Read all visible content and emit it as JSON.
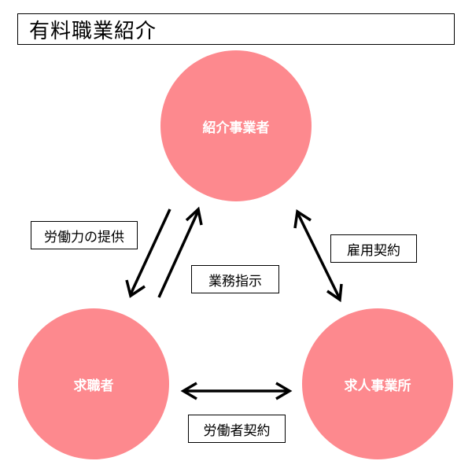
{
  "title": "有料職業紹介",
  "nodes": {
    "agency": "紹介事業者",
    "seeker": "求職者",
    "employer": "求人事業所"
  },
  "labels": {
    "labor": "労働力の提供",
    "instruction": "業務指示",
    "hire": "雇用契約",
    "employment": "労働者契約"
  },
  "colors": {
    "node_fill": "#fd898e",
    "node_text": "#ffffff",
    "line": "#000000"
  }
}
